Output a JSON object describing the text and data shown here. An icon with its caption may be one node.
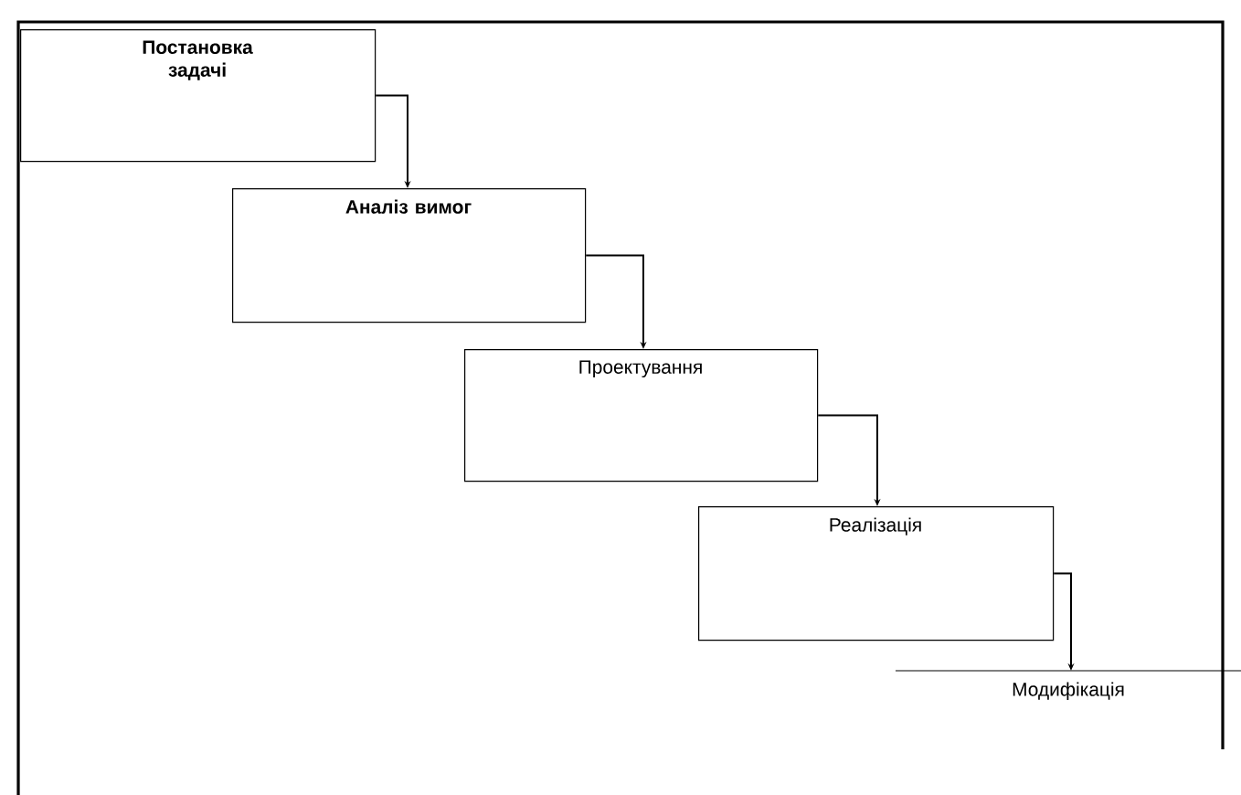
{
  "diagram": {
    "nodes": [
      {
        "text": [
          "Постановка задачі"
        ]
      },
      {
        "text": [
          "Аналіз вимог"
        ]
      },
      {
        "text": [
          "Проектування"
        ]
      },
      {
        "text": [
          "Реалізація"
        ]
      },
      {
        "text": [
          "Модифікація"
        ]
      }
    ],
    "edges": [
      {
        "from": 0,
        "to": 1,
        "arrow": "to"
      },
      {
        "from": 1,
        "to": 2,
        "arrow": "to"
      },
      {
        "from": 2,
        "to": 3,
        "arrow": "to"
      },
      {
        "from": 3,
        "to": 4,
        "arrow": "to"
      }
    ]
  }
}
